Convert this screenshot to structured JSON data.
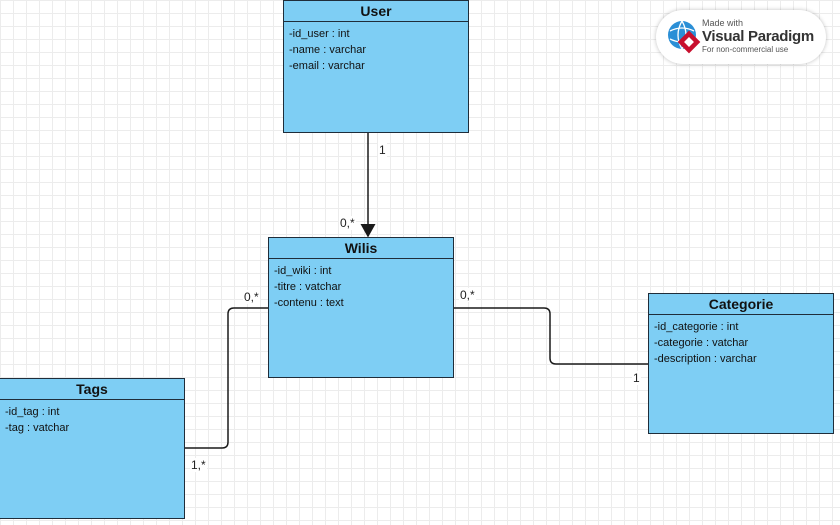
{
  "classes": {
    "user": {
      "name": "User",
      "attributes": [
        "-id_user : int",
        "-name : varchar",
        "-email : varchar"
      ]
    },
    "wilis": {
      "name": "Wilis",
      "attributes": [
        "-id_wiki : int",
        "-titre : vatchar",
        "-contenu : text"
      ]
    },
    "tags": {
      "name": "Tags",
      "attributes": [
        "-id_tag : int",
        "-tag : vatchar"
      ]
    },
    "categorie": {
      "name": "Categorie",
      "attributes": [
        "-id_categorie : int",
        "-categorie : vatchar",
        "-description : varchar"
      ]
    }
  },
  "associations": {
    "user_wilis": {
      "user_end": "1",
      "wilis_end": "0,*"
    },
    "tags_wilis": {
      "wilis_end": "0,*",
      "tags_end": "1,*"
    },
    "wilis_categorie": {
      "wilis_end": "0,*",
      "categorie_end": "1"
    }
  },
  "badge": {
    "made_with": "Made with",
    "product": "Visual Paradigm",
    "note": "For non-commercial use"
  },
  "colors": {
    "class_fill": "#7ecef4",
    "class_border": "#1f2d3a",
    "connector": "#1a1a1a",
    "vp_red": "#c8102e",
    "vp_blue": "#2b8fd6"
  }
}
